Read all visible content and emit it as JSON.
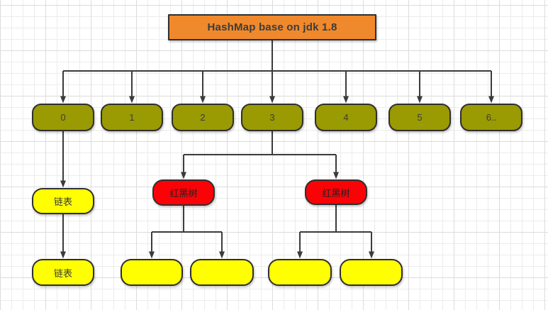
{
  "diagram": {
    "title_node": {
      "label": "HashMap base on jdk 1.8"
    },
    "buckets": [
      {
        "label": "0"
      },
      {
        "label": "1"
      },
      {
        "label": "2"
      },
      {
        "label": "3"
      },
      {
        "label": "4"
      },
      {
        "label": "5"
      },
      {
        "label": "6.."
      }
    ],
    "bucket0_chain": [
      {
        "label": "链表"
      },
      {
        "label": "链表"
      }
    ],
    "bucket3_trees": [
      {
        "label": "红黑树"
      },
      {
        "label": "红黑树"
      }
    ],
    "tree_leaves": [
      {
        "label": ""
      },
      {
        "label": ""
      },
      {
        "label": ""
      },
      {
        "label": ""
      }
    ]
  },
  "colors": {
    "title_fill": "#F0892C",
    "bucket_fill": "#9A9A02",
    "list_fill": "#FFFF00",
    "tree_fill": "#FB0207",
    "line": "#3B3B3B",
    "border": "#2F2F2F",
    "text_dark": "#3C3C3C"
  }
}
